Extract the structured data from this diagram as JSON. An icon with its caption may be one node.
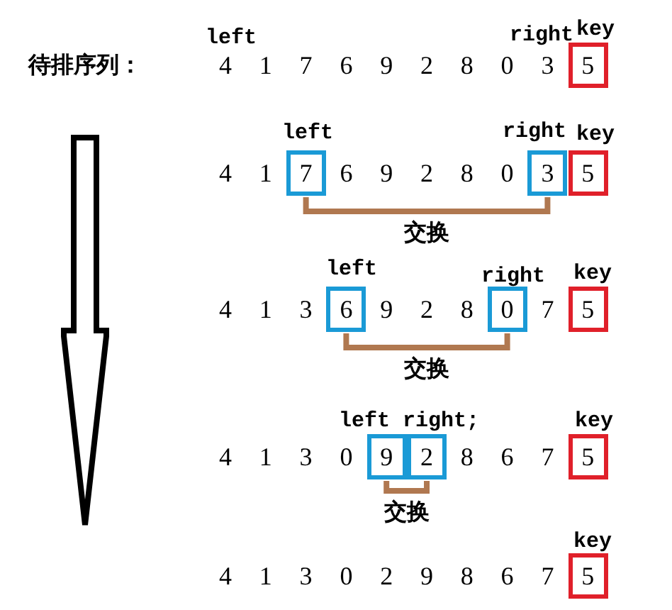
{
  "diagram": {
    "nodes": [
      {
        "text": [
          "5"
        ],
        "beside": [
          "key"
        ]
      },
      {
        "text": [
          "7"
        ],
        "beside": [
          "left"
        ]
      },
      {
        "text": [
          "3"
        ],
        "beside": [
          "right"
        ]
      },
      {
        "text": [
          "5"
        ],
        "beside": [
          "key"
        ]
      },
      {
        "text": [
          "6"
        ],
        "beside": [
          "left"
        ]
      },
      {
        "text": [
          "0"
        ],
        "beside": [
          "right"
        ]
      },
      {
        "text": [
          "5"
        ],
        "beside": [
          "key"
        ]
      },
      {
        "text": [
          "9"
        ],
        "beside": [
          "left"
        ]
      },
      {
        "text": [
          "2"
        ],
        "beside": [
          "right;"
        ]
      },
      {
        "text": [
          "5"
        ],
        "beside": [
          "key"
        ]
      },
      {
        "text": [
          "5"
        ],
        "beside": [
          "key"
        ]
      }
    ],
    "edges": [
      {
        "from": 1,
        "to": 2,
        "arrow": "none",
        "label": "交换"
      },
      {
        "from": 4,
        "to": 5,
        "arrow": "none",
        "label": "交换"
      },
      {
        "from": 7,
        "to": 8,
        "arrow": "none",
        "label": "交换"
      }
    ],
    "labels": [
      "待排序列：",
      "left",
      "right",
      "4",
      "1",
      "7",
      "6",
      "9",
      "2",
      "8",
      "0",
      "3",
      "4",
      "1",
      "6",
      "9",
      "2",
      "8",
      "0",
      "4",
      "1",
      "3",
      "9",
      "2",
      "8",
      "7",
      "4",
      "1",
      "3",
      "0",
      "8",
      "6",
      "7",
      "4",
      "1",
      "3",
      "0",
      "2",
      "9",
      "8",
      "6",
      "7"
    ]
  }
}
